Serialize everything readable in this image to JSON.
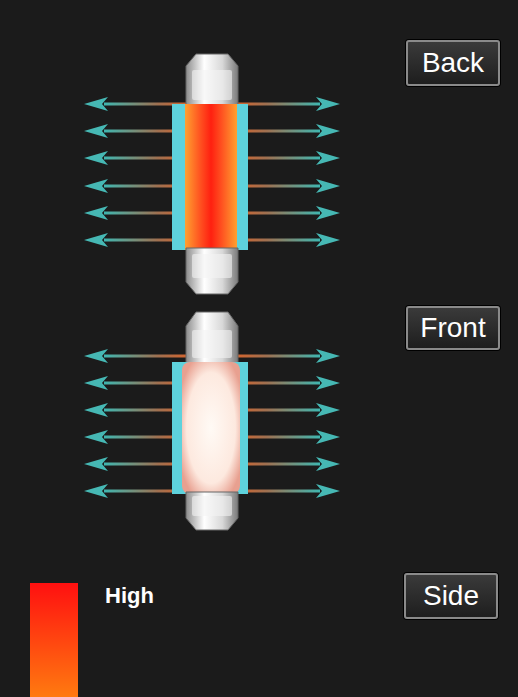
{
  "diagram": {
    "nodes": [
      {
        "text": [
          "Back"
        ]
      },
      {
        "text": [
          "Front"
        ]
      },
      {
        "text": [
          "Side"
        ]
      }
    ],
    "labels": [
      "High"
    ]
  }
}
